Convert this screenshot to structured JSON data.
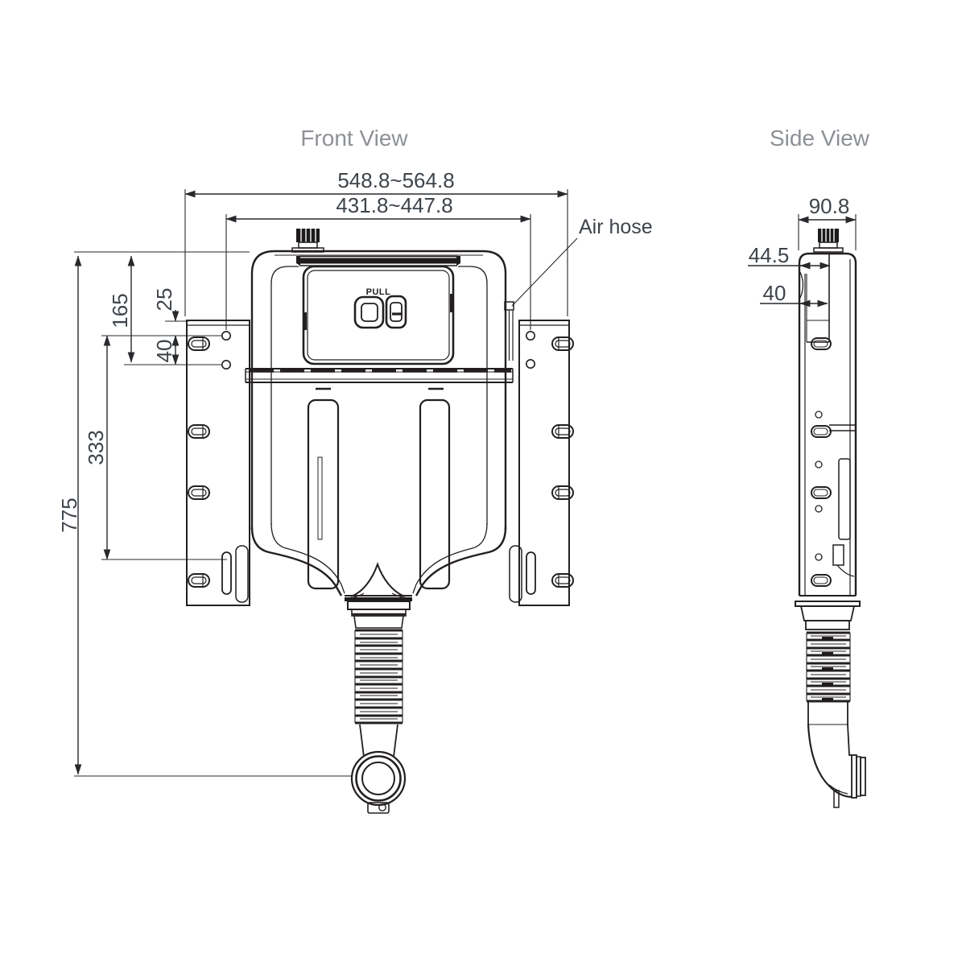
{
  "drawing": {
    "background": "#ffffff",
    "line_color": "#231f20",
    "dim_text_color": "#3e444b",
    "title_text_color": "#8d9196"
  },
  "front_view": {
    "title": "Front View",
    "dims": {
      "overall_width": "548.8~564.8",
      "hole_span_width": "431.8~447.8",
      "top_to_lower_hole": "165",
      "top_to_upper_hole": "25",
      "hole_spacing": "40",
      "hole_to_slot": "333",
      "overall_height": "775"
    },
    "labels": {
      "air_hose": "Air hose",
      "flush_button": "PULL"
    }
  },
  "side_view": {
    "title": "Side View",
    "dims": {
      "depth": "90.8",
      "valve_offset": "44.5",
      "panel_offset": "40"
    }
  }
}
